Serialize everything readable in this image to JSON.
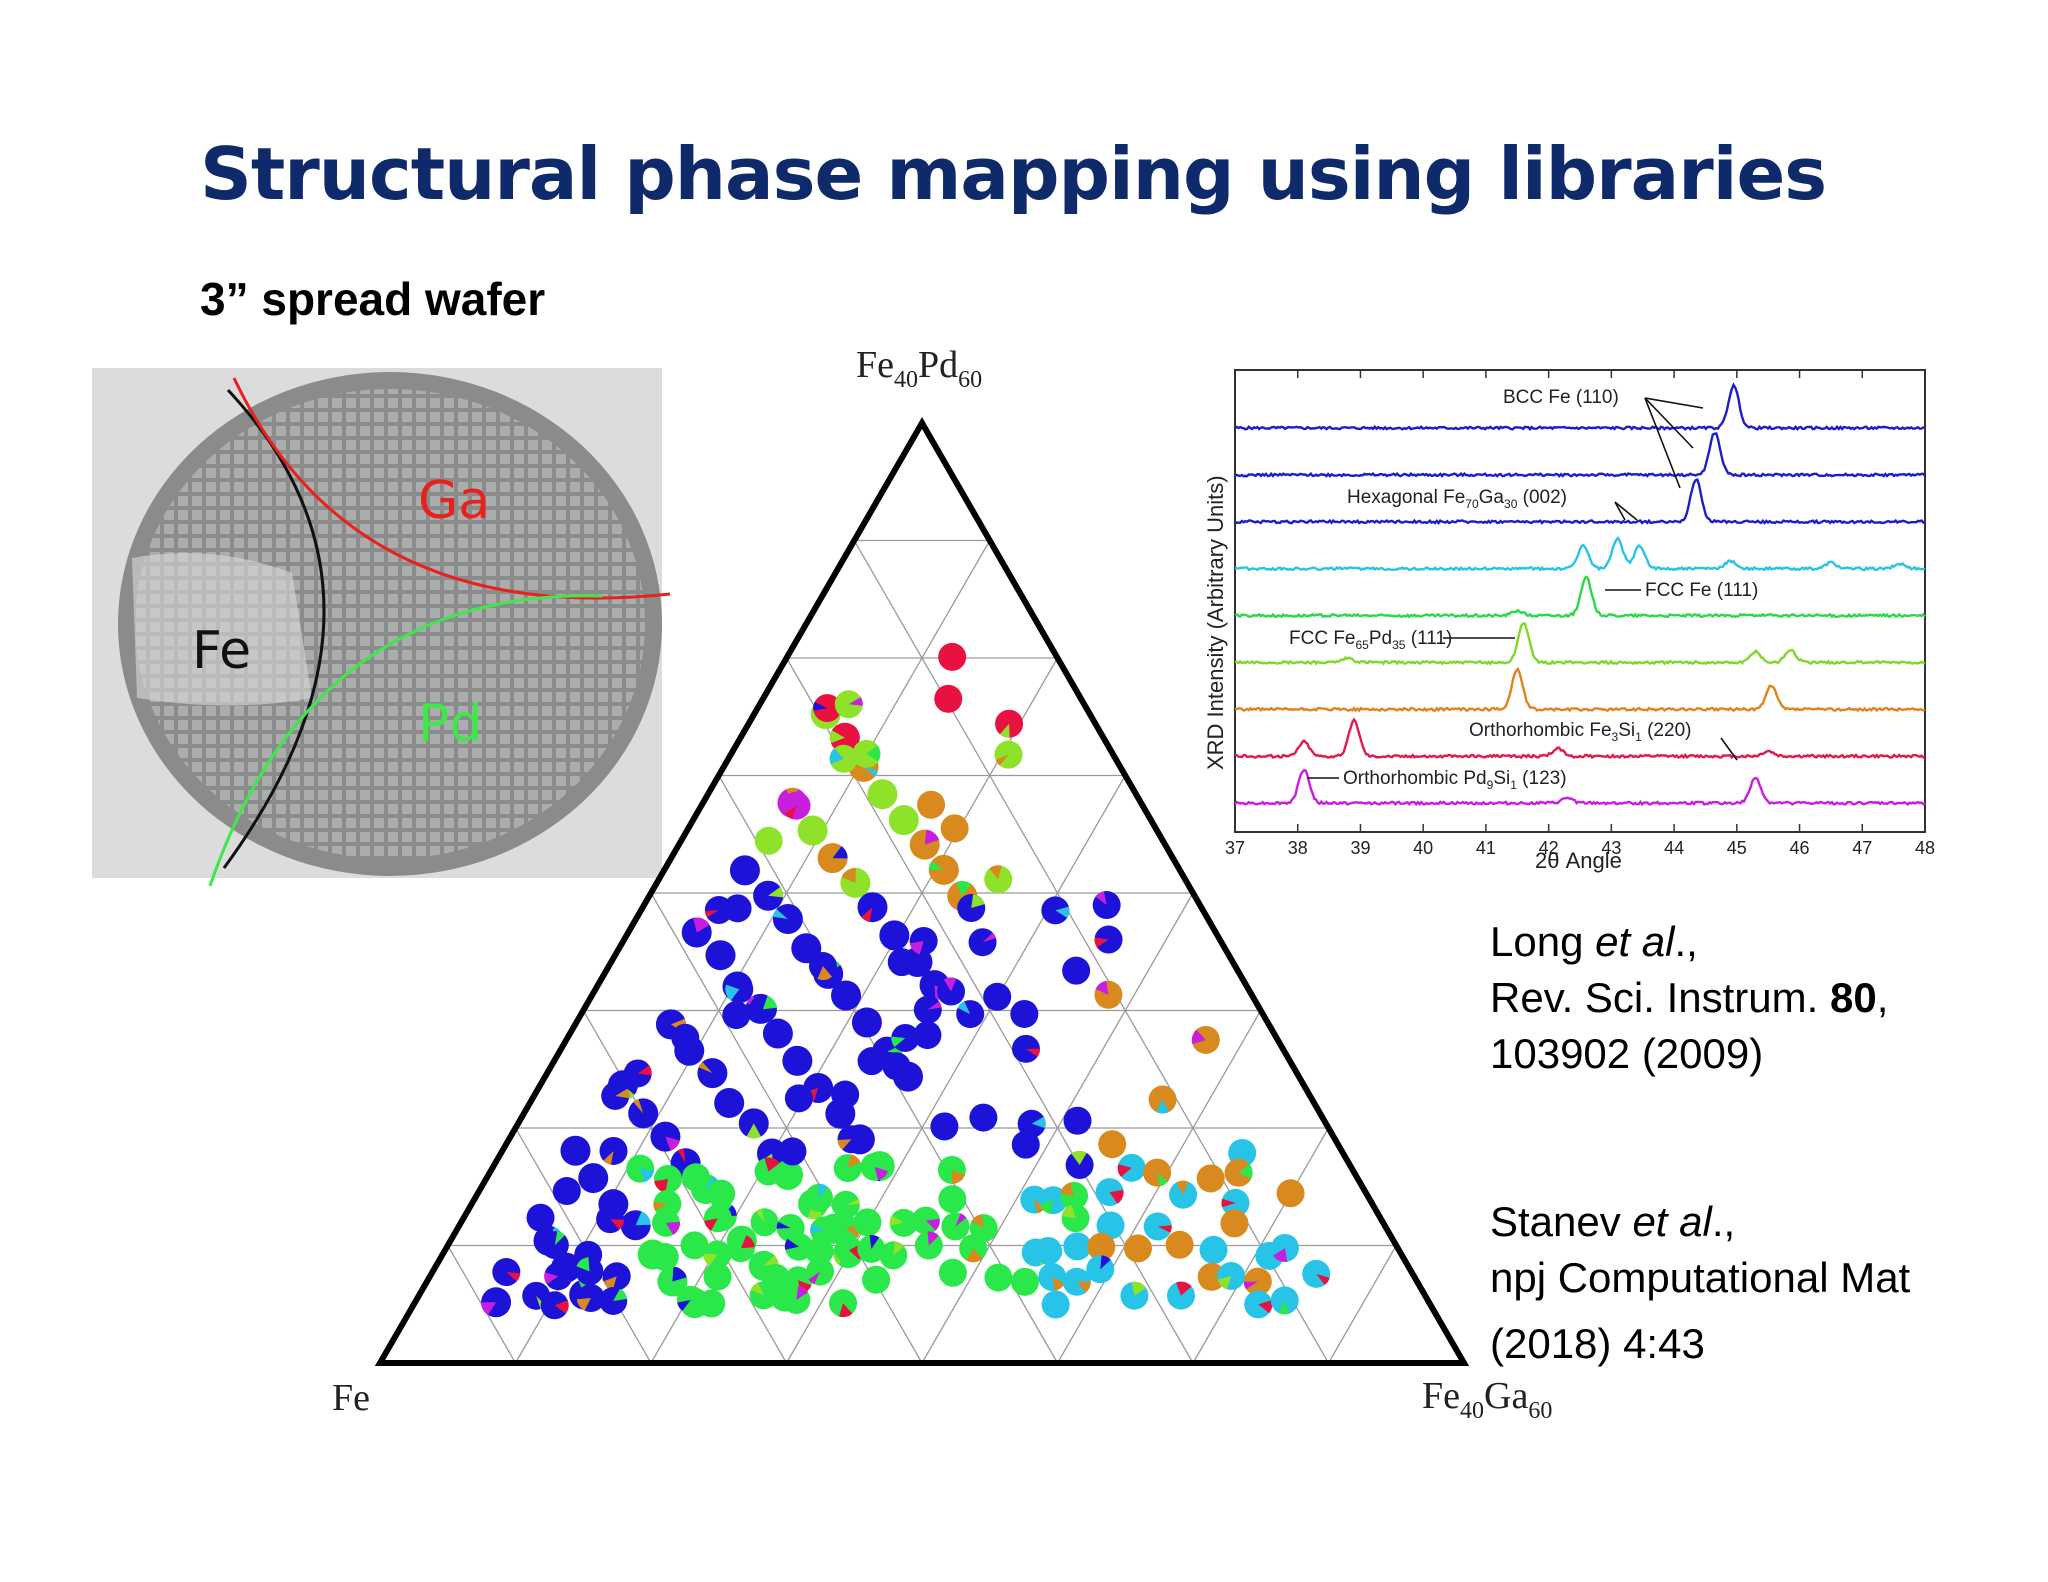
{
  "slide": {
    "title": "Structural phase mapping using libraries",
    "wafer_caption": "3” spread wafer"
  },
  "wafer_photo": {
    "labels": {
      "ga": "Ga",
      "fe": "Fe",
      "pd": "Pd"
    },
    "colors": {
      "ga": "#e8211d",
      "fe": "#111111",
      "pd": "#3fe84a"
    }
  },
  "ternary": {
    "corners": {
      "top": {
        "base": "Fe",
        "s1": "40",
        "mid": "Pd",
        "s2": "60"
      },
      "left": {
        "base": "Fe"
      },
      "right": {
        "base": "Fe",
        "s1": "40",
        "mid": "Ga",
        "s2": "60"
      }
    },
    "phase_colors": {
      "blue": "#1c12d8",
      "green": "#2be84a",
      "lime": "#8ee22a",
      "red": "#e8113f",
      "orange": "#d88a1e",
      "cyan": "#27c4e8",
      "magenta": "#c81ee0"
    }
  },
  "xrd": {
    "y_label": "XRD Intensity (Arbitrary Units)",
    "x_label": "2θ Angle",
    "x_ticks": [
      "37",
      "38",
      "39",
      "40",
      "41",
      "42",
      "43",
      "44",
      "45",
      "46",
      "47",
      "48"
    ],
    "xlim": [
      37,
      48
    ],
    "annotations": {
      "bcc": "BCC Fe (110)",
      "hex": {
        "a": "Hexagonal Fe",
        "s1": "70",
        "b": "Ga",
        "s2": "30",
        "c": " (002)"
      },
      "fcc_fe": "FCC Fe (111)",
      "fcc_fepd": {
        "a": "FCC Fe",
        "s1": "65",
        "b": "Pd",
        "s2": "35",
        "c": " (111)"
      },
      "ortho_fesi": {
        "a": "Orthorhombic Fe",
        "s1": "3",
        "b": "Si",
        "s2": "1",
        "c": " (220)"
      },
      "ortho_pdsi": {
        "a": "Orthorhombic Pd",
        "s1": "9",
        "b": "Si",
        "s2": "1",
        "c": " (123)"
      }
    },
    "traces": [
      {
        "color": "#1c1fc9",
        "peaks": [
          [
            44.95,
            1.0
          ]
        ]
      },
      {
        "color": "#1c1fc9",
        "peaks": [
          [
            44.65,
            1.0
          ]
        ]
      },
      {
        "color": "#1c1fc9",
        "peaks": [
          [
            44.35,
            1.0
          ]
        ]
      },
      {
        "color": "#27c4e8",
        "peaks": [
          [
            42.55,
            0.55
          ],
          [
            43.1,
            0.7
          ],
          [
            43.45,
            0.55
          ],
          [
            44.9,
            0.18
          ],
          [
            46.5,
            0.15
          ],
          [
            47.6,
            0.12
          ]
        ]
      },
      {
        "color": "#2bd84a",
        "peaks": [
          [
            41.5,
            0.12
          ],
          [
            42.6,
            0.9
          ]
        ]
      },
      {
        "color": "#7ed828",
        "peaks": [
          [
            38.8,
            0.1
          ],
          [
            41.6,
            0.95
          ],
          [
            45.3,
            0.25
          ],
          [
            45.85,
            0.3
          ]
        ]
      },
      {
        "color": "#e2821a",
        "peaks": [
          [
            41.5,
            0.95
          ],
          [
            45.55,
            0.55
          ]
        ]
      },
      {
        "color": "#e0194f",
        "peaks": [
          [
            38.1,
            0.35
          ],
          [
            38.9,
            0.85
          ],
          [
            42.15,
            0.18
          ],
          [
            45.5,
            0.12
          ]
        ]
      },
      {
        "color": "#c81ee0",
        "peaks": [
          [
            38.1,
            0.8
          ],
          [
            42.3,
            0.12
          ],
          [
            45.3,
            0.6
          ]
        ]
      }
    ]
  },
  "references": {
    "long": {
      "author": "Long ",
      "etal": "et al",
      "comma": ".,",
      "journal": "Rev. Sci. Instrum. ",
      "volume": "80",
      "vol_comma": ",",
      "pages_year": "103902 (2009)"
    },
    "stanev": {
      "author": "Stanev ",
      "etal": "et al",
      "comma": ".,",
      "journal": "npj Computational Mat",
      "pages_year": "(2018) 4:43"
    }
  }
}
